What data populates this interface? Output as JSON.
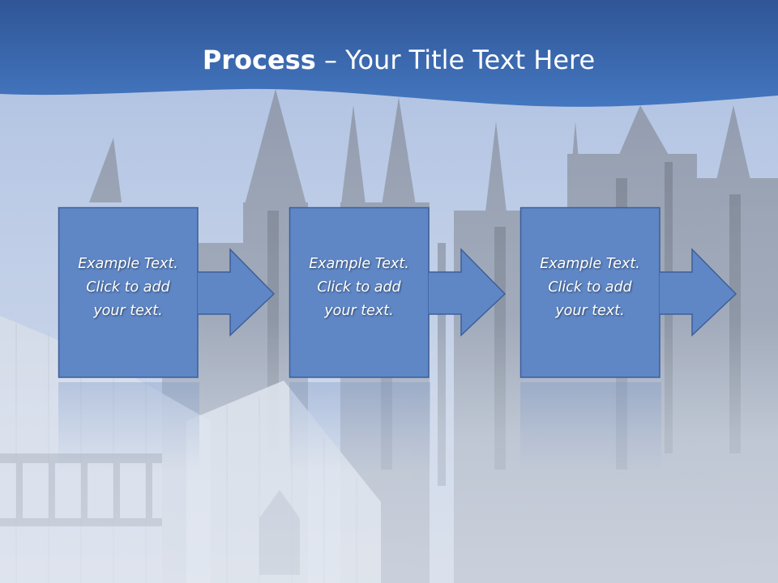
{
  "slide": {
    "title_bold": "Process",
    "title_rest": " – Your Title Text Here"
  },
  "steps": [
    {
      "line1": "Example Text.",
      "line2": "Click  to add",
      "line3": "your text."
    },
    {
      "line1": "Example Text.",
      "line2": "Click  to add",
      "line3": "your text."
    },
    {
      "line1": "Example Text.",
      "line2": "Click  to add",
      "line3": "your text."
    }
  ],
  "colors": {
    "header_blue": "#3d6db5",
    "box_blue": "#5f87c6",
    "box_border": "#3d5f99",
    "sky": "#b9c9e6"
  }
}
